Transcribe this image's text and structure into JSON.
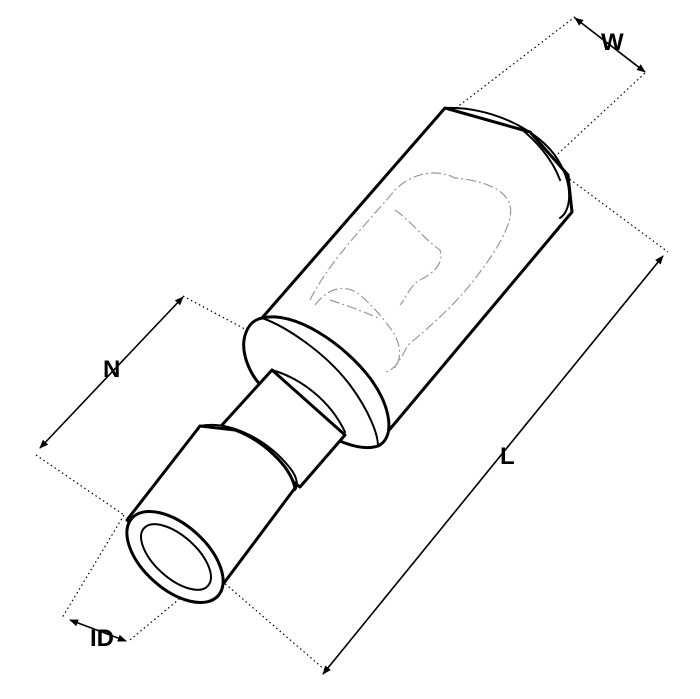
{
  "dimensions": {
    "W": "W",
    "N": "N",
    "L": "L",
    "ID": "ID"
  }
}
